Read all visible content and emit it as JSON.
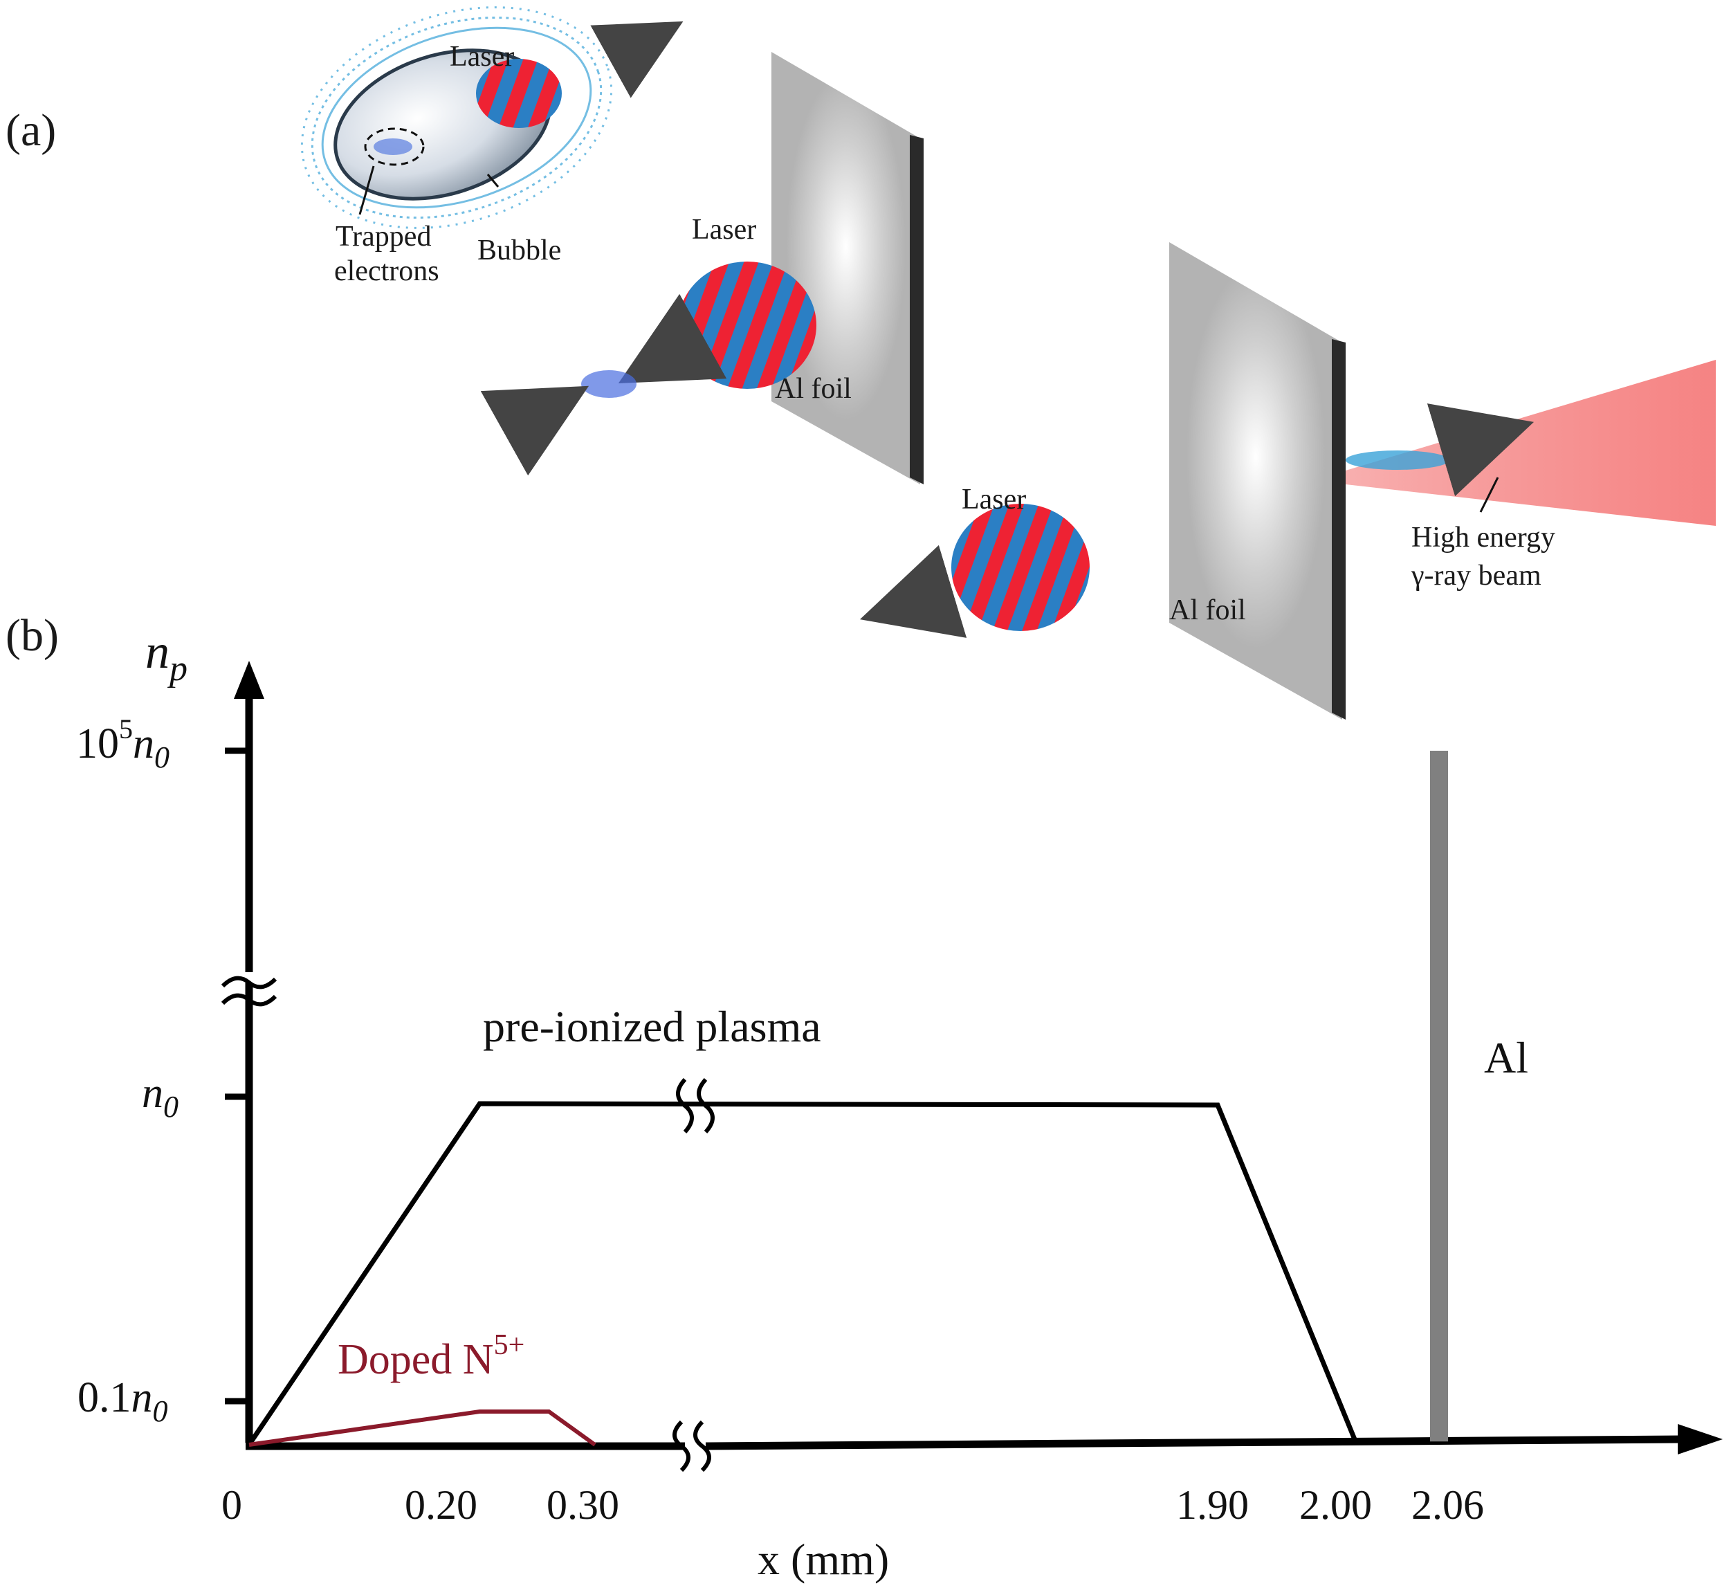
{
  "panel_a": {
    "label": "(a)",
    "labels": {
      "laser_1": "Laser",
      "trapped_electrons_line1": "Trapped",
      "trapped_electrons_line2": "electrons",
      "bubble": "Bubble",
      "laser_2": "Laser",
      "al_foil_1": "Al foil",
      "laser_3": "Laser",
      "al_foil_2": "Al foil",
      "gamma_line1": "High energy",
      "gamma_line2": "γ-ray beam"
    },
    "colors": {
      "laser_red": "#ee2233",
      "laser_blue": "#2b7fc4",
      "foil_gray": "#b5b5b5",
      "foil_edge": "#2a2a2a",
      "beam_pink": "#f27d7d",
      "bubble_blue": "#3aa3d8"
    }
  },
  "panel_b": {
    "label": "(b)",
    "y_axis_name": "n",
    "y_axis_sub": "p",
    "x_axis_label": "x (mm)",
    "y_ticks": [
      {
        "main": "10",
        "sup": "5",
        "n": "n",
        "sub": "0"
      },
      {
        "main": "",
        "sup": "",
        "n": "n",
        "sub": "0"
      },
      {
        "main": "0.1",
        "sup": "",
        "n": "n",
        "sub": "0"
      }
    ],
    "x_tick_labels": [
      "0",
      "0.20",
      "0.30",
      "1.90",
      "2.00",
      "2.06"
    ],
    "curve_labels": {
      "plasma": "pre-ionized plasma",
      "doped_main": "Doped N",
      "doped_sup": "5+",
      "al": "Al"
    },
    "colors": {
      "plasma_line": "#000000",
      "doped_line": "#8b1a2b",
      "al_bar": "#808080",
      "ytick_text": "#111111"
    }
  },
  "chart_data": {
    "type": "line",
    "xlabel": "x (mm)",
    "ylabel": "n_p",
    "x_axis_breaks": [
      [
        0.3,
        1.9
      ]
    ],
    "y_axis_breaks": [
      [
        "n_0",
        "10^5 n_0"
      ]
    ],
    "series": [
      {
        "name": "pre-ionized plasma",
        "x": [
          0,
          0.2,
          1.9,
          2.0
        ],
        "y": [
          "0",
          "n_0",
          "n_0",
          "0"
        ]
      },
      {
        "name": "Doped N5+",
        "x": [
          0,
          0.2,
          0.26,
          0.3
        ],
        "y": [
          "0",
          "0.1 n_0",
          "0.1 n_0",
          "0"
        ]
      },
      {
        "name": "Al",
        "x": [
          2.06,
          2.06
        ],
        "y": [
          "0",
          "10^5 n_0"
        ]
      }
    ]
  }
}
